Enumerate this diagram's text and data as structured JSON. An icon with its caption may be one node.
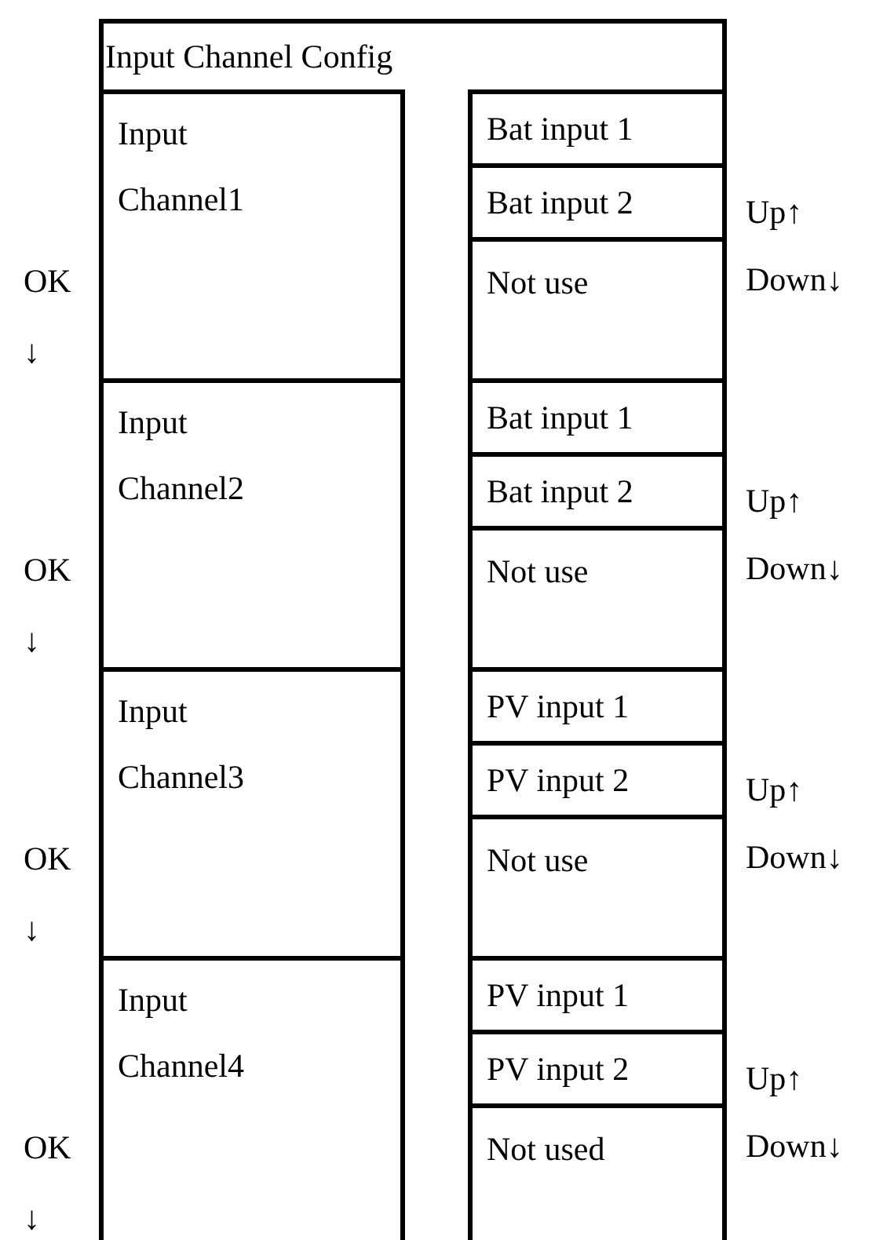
{
  "diagram": {
    "nodes": [
      {
        "text": [
          "Input Channel Config"
        ]
      },
      {
        "text": [
          "Input Channel1"
        ],
        "in": 0
      },
      {
        "text": [
          "Bat input 1"
        ],
        "in": 0
      },
      {
        "text": [
          "Bat input 2"
        ],
        "in": 0
      },
      {
        "text": [
          "Not use"
        ],
        "in": 0
      },
      {
        "text": [
          "Input Channel2"
        ],
        "in": 0
      },
      {
        "text": [
          "Bat input 1"
        ],
        "in": 0
      },
      {
        "text": [
          "Bat input 2"
        ],
        "in": 0
      },
      {
        "text": [
          "Not use"
        ],
        "in": 0
      },
      {
        "text": [
          "Input Channel3"
        ],
        "in": 0
      },
      {
        "text": [
          "PV input 1"
        ],
        "in": 0
      },
      {
        "text": [
          "PV input 2"
        ],
        "in": 0
      },
      {
        "text": [
          "Not use"
        ],
        "in": 0
      },
      {
        "text": [
          "Input Channel4"
        ],
        "in": 0
      },
      {
        "text": [
          "PV input 1"
        ],
        "in": 0
      },
      {
        "text": [
          "PV input 2"
        ],
        "in": 0
      },
      {
        "text": [
          "Not used"
        ],
        "in": 0
      }
    ],
    "labels": [
      "OK ↓",
      "Up↑",
      "Down↓",
      "OK ↓",
      "Up↑",
      "Down↓",
      "OK ↓",
      "Up↑",
      "Down↓",
      "OK ↓",
      "Up↑",
      "Down↓"
    ]
  }
}
